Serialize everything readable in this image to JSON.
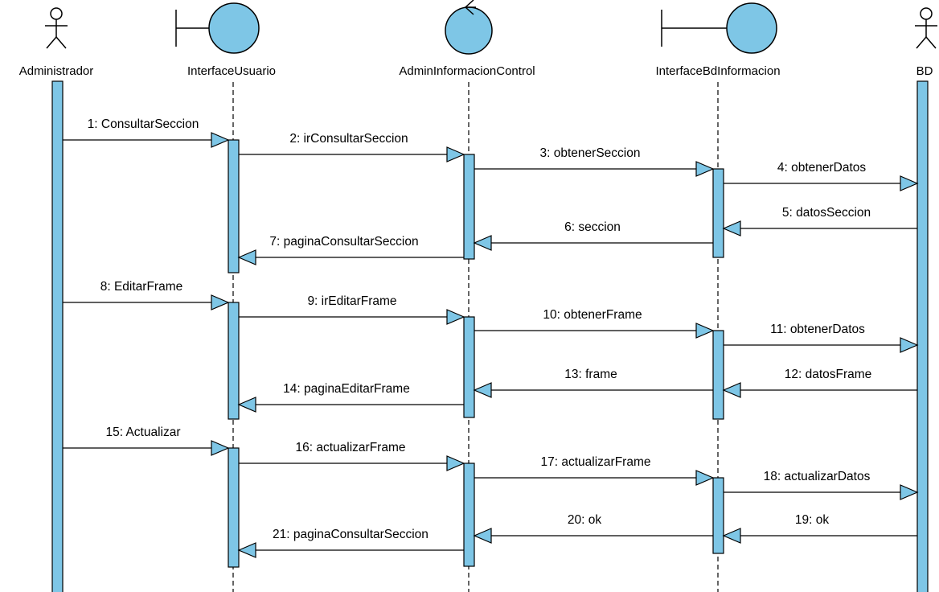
{
  "colors": {
    "fill": "#7ec6e6",
    "stroke": "#000000",
    "background": "#ffffff"
  },
  "participants": [
    {
      "id": "admin",
      "label": "Administrador",
      "kind": "actor",
      "icon": "actor-icon"
    },
    {
      "id": "iface",
      "label": "InterfaceUsuario",
      "kind": "boundary",
      "icon": "boundary-icon"
    },
    {
      "id": "ctrl",
      "label": "AdminInformacionControl",
      "kind": "control",
      "icon": "control-icon"
    },
    {
      "id": "ibd",
      "label": "InterfaceBdInformacion",
      "kind": "boundary",
      "icon": "boundary-icon"
    },
    {
      "id": "bd",
      "label": "BD",
      "kind": "actor",
      "icon": "actor-icon"
    }
  ],
  "messages": [
    {
      "label": "1: ConsultarSeccion",
      "from": "admin",
      "to": "iface"
    },
    {
      "label": "2: irConsultarSeccion",
      "from": "iface",
      "to": "ctrl"
    },
    {
      "label": "3: obtenerSeccion",
      "from": "ctrl",
      "to": "ibd"
    },
    {
      "label": "4: obtenerDatos",
      "from": "ibd",
      "to": "bd"
    },
    {
      "label": "5: datosSeccion",
      "from": "bd",
      "to": "ibd"
    },
    {
      "label": "6: seccion",
      "from": "ibd",
      "to": "ctrl"
    },
    {
      "label": "7: paginaConsultarSeccion",
      "from": "ctrl",
      "to": "iface"
    },
    {
      "label": "8: EditarFrame",
      "from": "admin",
      "to": "iface"
    },
    {
      "label": "9: irEditarFrame",
      "from": "iface",
      "to": "ctrl"
    },
    {
      "label": "10: obtenerFrame",
      "from": "ctrl",
      "to": "ibd"
    },
    {
      "label": "11: obtenerDatos",
      "from": "ibd",
      "to": "bd"
    },
    {
      "label": "12: datosFrame",
      "from": "bd",
      "to": "ibd"
    },
    {
      "label": "13: frame",
      "from": "ibd",
      "to": "ctrl"
    },
    {
      "label": "14: paginaEditarFrame",
      "from": "ctrl",
      "to": "iface"
    },
    {
      "label": "15: Actualizar",
      "from": "admin",
      "to": "iface"
    },
    {
      "label": "16: actualizarFrame",
      "from": "iface",
      "to": "ctrl"
    },
    {
      "label": "17: actualizarFrame",
      "from": "ctrl",
      "to": "ibd"
    },
    {
      "label": "18: actualizarDatos",
      "from": "ibd",
      "to": "bd"
    },
    {
      "label": "19: ok",
      "from": "bd",
      "to": "ibd"
    },
    {
      "label": "20: ok",
      "from": "ibd",
      "to": "ctrl"
    },
    {
      "label": "21: paginaConsultarSeccion",
      "from": "ctrl",
      "to": "iface"
    }
  ]
}
